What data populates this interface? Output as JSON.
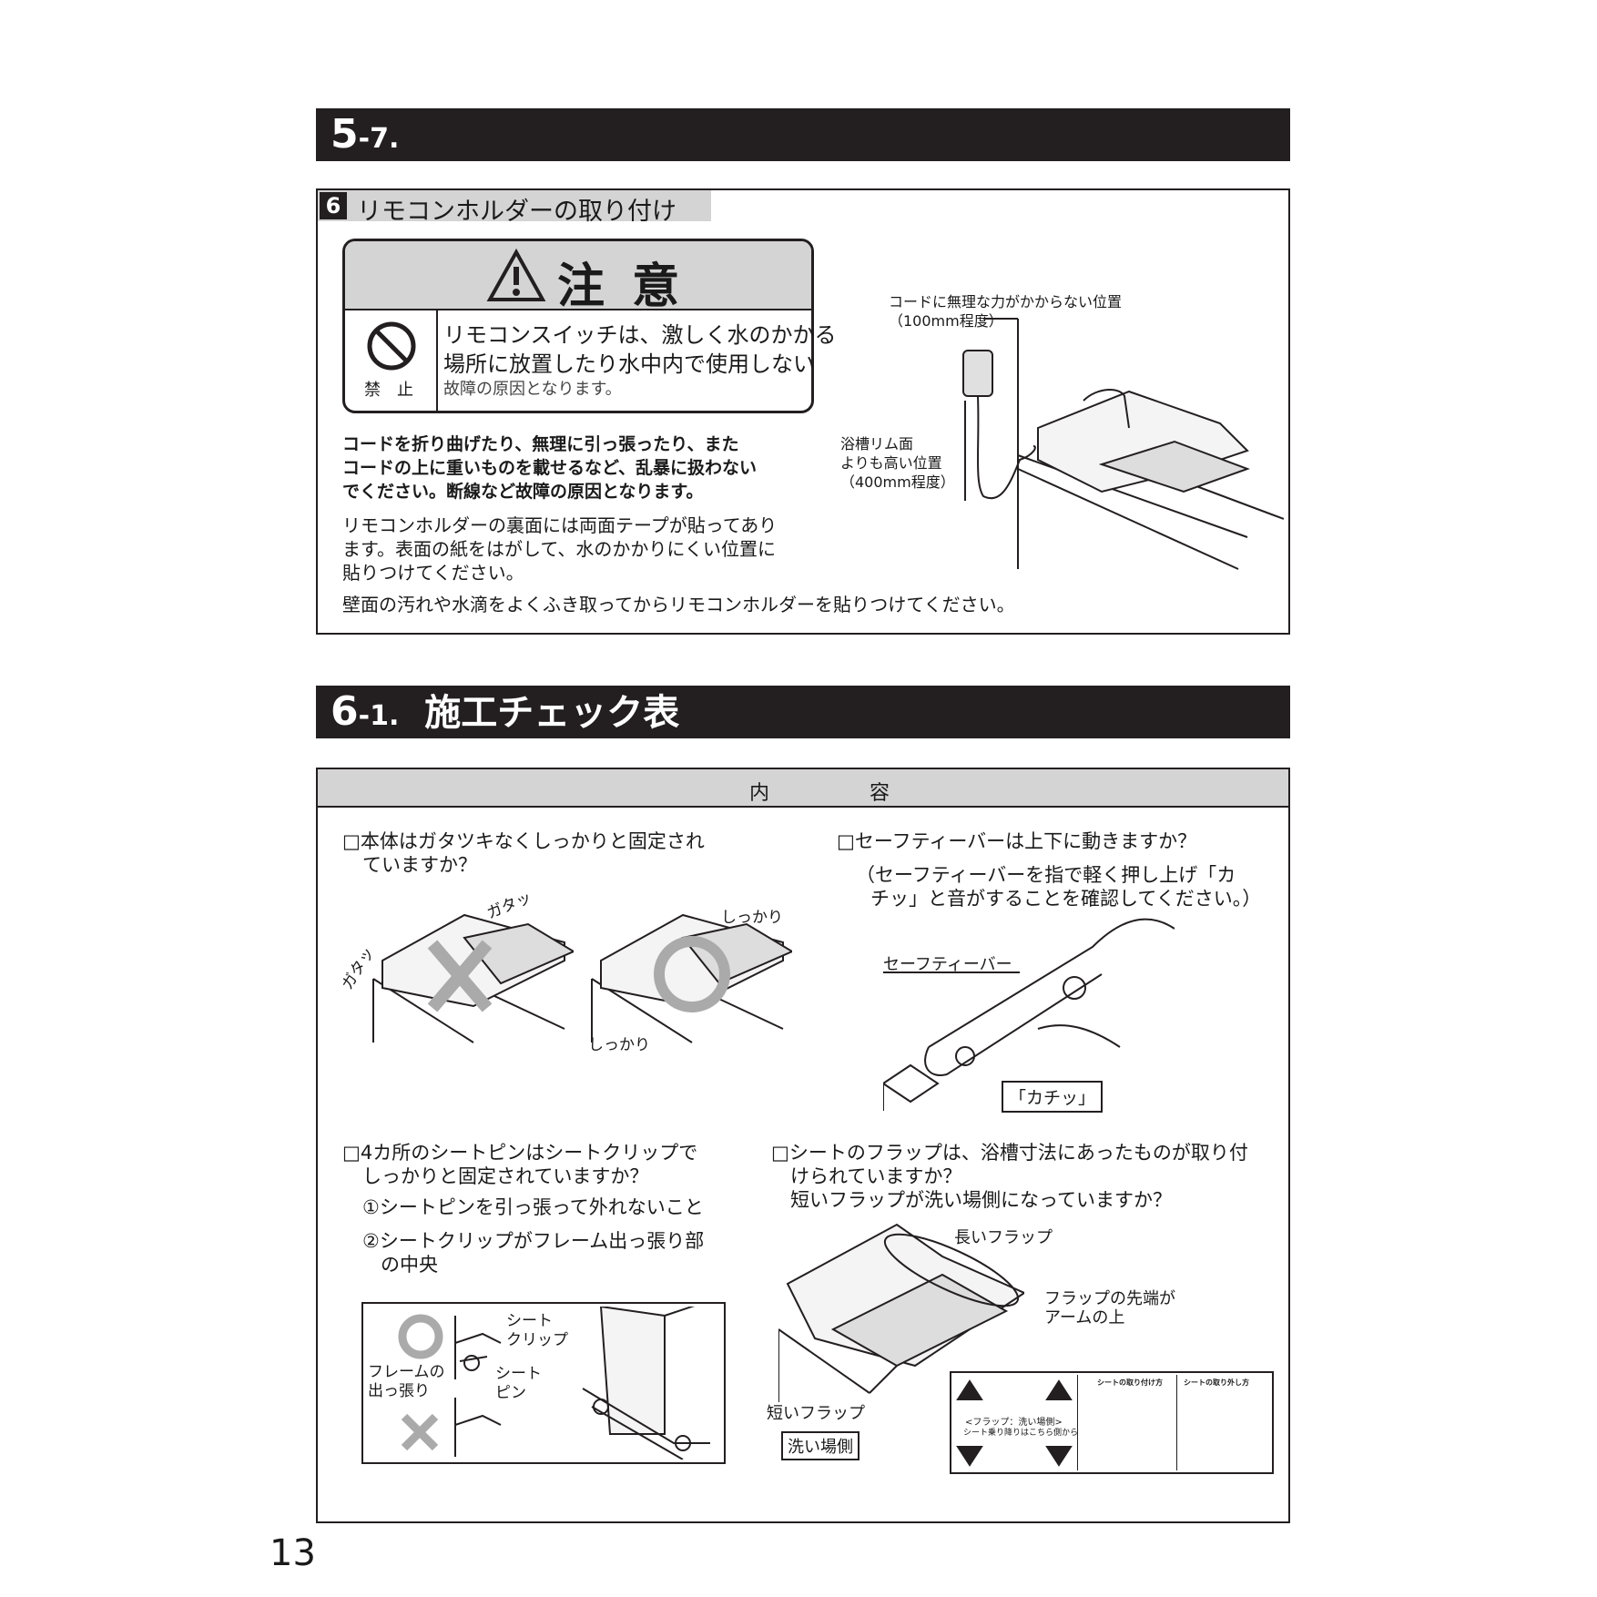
{
  "s57": {
    "num": "5",
    "sub": "-7."
  },
  "s6": {
    "badge": "6",
    "title": "リモコンホルダーの取り付け",
    "caution_title": "注 意",
    "prohibit_label": "禁　止",
    "warn1": "リモコンスイッチは、激しく水のかかる",
    "warn2": "場所に放置したり水中内で使用しない",
    "warn3": "故障の原因となります。",
    "bold1": "コードを折り曲げたり、無理に引っ張ったり、また",
    "bold2": "コードの上に重いものを載せるなど、乱暴に扱わない",
    "bold3": "でください。断線など故障の原因となります。",
    "p1": "リモコンホルダーの裏面には両面テープが貼ってあり",
    "p2": "ます。表面の紙をはがして、水のかかりにくい位置に",
    "p3": "貼りつけてください。",
    "p4": "壁面の汚れや水滴をよくふき取ってからリモコンホルダーを貼りつけてください。",
    "fig_label1": "コードに無理な力がかからない位置",
    "fig_label2": "（100mm程度）",
    "fig_label3": "浴槽リム面",
    "fig_label4": "よりも高い位置",
    "fig_label5": "（400mm程度）"
  },
  "s61": {
    "num": "6",
    "sub": "-1.",
    "title": "施工チェック表"
  },
  "table": {
    "header": "内　　　　　容",
    "q1a": "□本体はガタツキなくしっかりと固定され",
    "q1b": "ていますか？",
    "gata": "ガタッ",
    "shikkari": "しっかり",
    "q2a": "□セーフティーバーは上下に動きますか？",
    "q2b": "（セーフティーバーを指で軽く押し上げ「カ",
    "q2c": "チッ」と音がすることを確認してください。）",
    "safety_bar": "セーフティーバー",
    "kachi": "「カチッ」",
    "q3a": "□4カ所のシートピンはシートクリップで",
    "q3b": "しっかりと固定されていますか？",
    "q3c": "①シートピンを引っ張って外れないこと",
    "q3d": "②シートクリップがフレーム出っ張り部",
    "q3e": "の中央",
    "seat_clip1": "シート",
    "seat_clip2": "クリップ",
    "seat_pin1": "シート",
    "seat_pin2": "ピン",
    "frame1": "フレームの",
    "frame2": "出っ張り",
    "q4a": "□シートのフラップは、浴槽寸法にあったものが取り付",
    "q4b": "けられていますか？",
    "q4c": "短いフラップが洗い場側になっていますか？",
    "long_flap": "長いフラップ",
    "flap_tip1": "フラップの先端が",
    "flap_tip2": "アームの上",
    "short_flap": "短いフラップ",
    "wash_side": "洗い場側",
    "tag1": "<フラップ：洗い場側>",
    "tag2": "シート乗り降りはこちら側から",
    "tag3": "シートの取り付け方",
    "tag4": "シートの取り外し方"
  },
  "page_number": "13"
}
